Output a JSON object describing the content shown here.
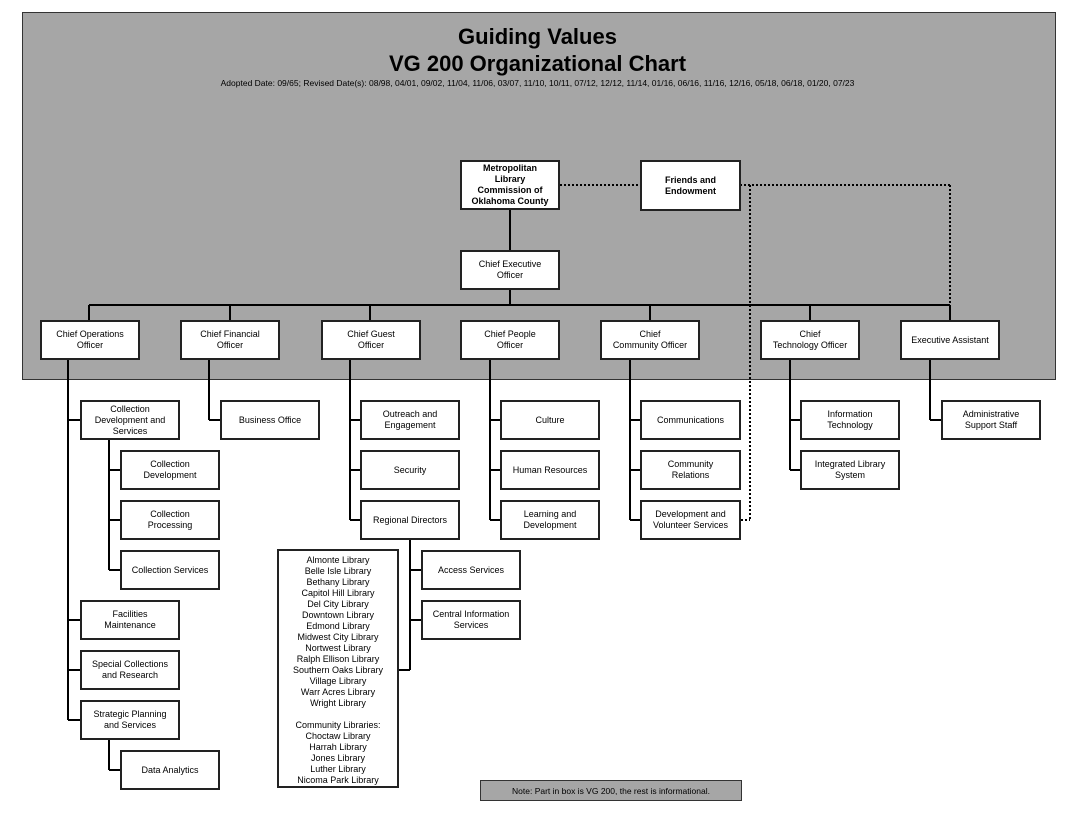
{
  "header": {
    "title_line1": "Guiding Values",
    "title_line2": "VG 200 Organizational Chart",
    "adopted": "Adopted Date: 09/65; Revised Date(s): 08/98, 04/01, 09/02, 11/04, 11/06, 03/07, 11/10, 10/11, 07/12, 12/12, 11/14, 01/16, 06/16, 11/16, 12/16, 05/18, 06/18, 01/20, 07/23"
  },
  "top": {
    "commission": [
      "Metropolitan",
      "Library",
      "Commission of",
      "Oklahoma County"
    ],
    "friends": [
      "Friends and",
      "Endowment"
    ],
    "ceo": [
      "Chief Executive",
      "Officer"
    ]
  },
  "chiefs": {
    "operations": [
      "Chief Operations",
      "Officer"
    ],
    "financial": [
      "Chief Financial",
      "Officer"
    ],
    "guest": [
      "Chief Guest",
      "Officer"
    ],
    "people": [
      "Chief People",
      "Officer"
    ],
    "community": [
      "Chief",
      "Community Officer"
    ],
    "technology": [
      "Chief",
      "Technology Officer"
    ],
    "exec_assistant": [
      "Executive Assistant"
    ]
  },
  "operations": {
    "collection_dev_services": [
      "Collection",
      "Development and",
      "Services"
    ],
    "collection_development": [
      "Collection",
      "Development"
    ],
    "collection_processing": [
      "Collection",
      "Processing"
    ],
    "collection_services": [
      "Collection Services"
    ],
    "facilities": [
      "Facilities",
      "Maintenance"
    ],
    "special_collections": [
      "Special Collections",
      "and Research"
    ],
    "strategic_planning": [
      "Strategic Planning",
      "and Services"
    ],
    "data_analytics": [
      "Data Analytics"
    ]
  },
  "financial": {
    "business_office": [
      "Business Office"
    ]
  },
  "guest": {
    "outreach": [
      "Outreach and",
      "Engagement"
    ],
    "security": [
      "Security"
    ],
    "regional_directors": [
      "Regional Directors"
    ],
    "access_services": [
      "Access Services"
    ],
    "central_info": [
      "Central Information",
      "Services"
    ],
    "branches": [
      "Almonte Library",
      "Belle Isle Library",
      "Bethany Library",
      "Capitol Hill Library",
      "Del City Library",
      "Downtown Library",
      "Edmond Library",
      "Midwest City Library",
      "Nortwest Library",
      "Ralph Ellison Library",
      "Southern Oaks Library",
      "Village Library",
      "Warr Acres Library",
      "Wright Library",
      "",
      "Community Libraries:",
      "Choctaw Library",
      "Harrah Library",
      "Jones Library",
      "Luther Library",
      "Nicoma Park Library"
    ]
  },
  "people": {
    "culture": [
      "Culture"
    ],
    "human_resources": [
      "Human Resources"
    ],
    "learning": [
      "Learning and",
      "Development"
    ]
  },
  "community": {
    "communications": [
      "Communications"
    ],
    "community_relations": [
      "Community",
      "Relations"
    ],
    "development_volunteer": [
      "Development and",
      "Volunteer Services"
    ]
  },
  "technology": {
    "information_technology": [
      "Information",
      "Technology"
    ],
    "ils": [
      "Integrated Library",
      "System"
    ]
  },
  "exec": {
    "admin_support": [
      "Administrative",
      "Support Staff"
    ]
  },
  "note": "Note: Part in box is VG 200, the rest is informational."
}
